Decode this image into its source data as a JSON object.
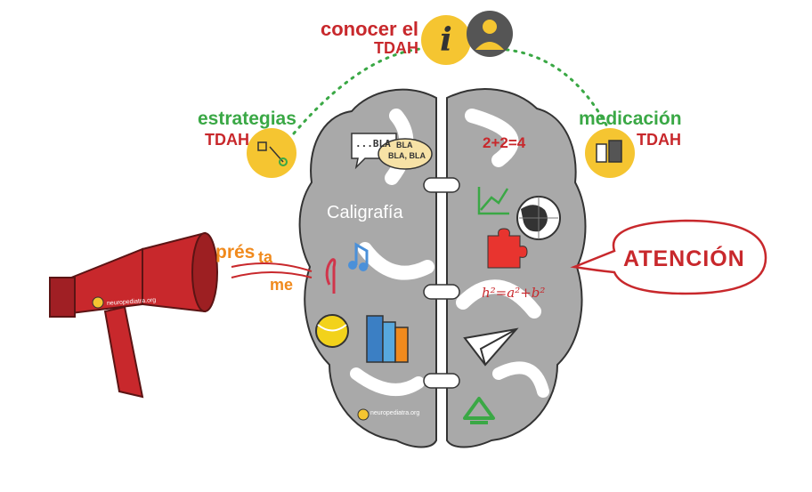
{
  "topics": {
    "conocer": {
      "line1": "conocer el",
      "line2": "TDAH",
      "icon": "info-icon"
    },
    "estrategias": {
      "line1": "estrategias",
      "line2": "TDAH",
      "icon": "strategy-icon"
    },
    "medicacion": {
      "line1": "medicación",
      "line2": "TDAH",
      "icon": "medication-icon"
    }
  },
  "speech": {
    "part1": "prés",
    "part2": "ta",
    "part3": "me"
  },
  "attention": {
    "label": "ATENCIÓN"
  },
  "brain": {
    "bubble1": "...BLA",
    "bubble2a": "BLA",
    "bubble2b": "BLA, BLA",
    "caligrafia": "Caligrafía",
    "math": "2+2=4",
    "pythagoras": "h²=a²+b²",
    "watermark": "neuropediatra.org"
  },
  "megaphone": {
    "logo_text": "neuropediatra.org"
  },
  "colors": {
    "yellow": "#f5c531",
    "red": "#c8282c",
    "green": "#3aa845",
    "brain_gray": "#a9a9a9",
    "dark_gray": "#555555"
  }
}
